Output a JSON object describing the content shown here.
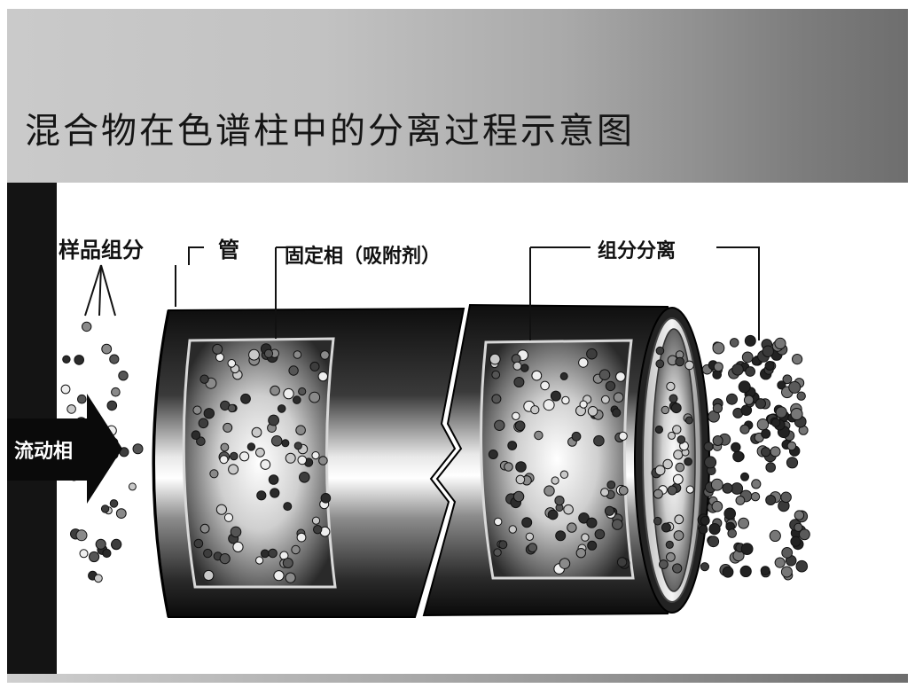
{
  "title": "混合物在色谱柱中的分离过程示意图",
  "labels": {
    "sample_components": "样品组分",
    "tube": "管",
    "stationary_phase": "固定相（吸附剂）",
    "component_separation": "组分分离",
    "mobile_phase": "流动相"
  },
  "colors": {
    "header_light": "#c8c8c8",
    "header_dark": "#6e6e6e",
    "column_dark": "#1a1a1a",
    "left_bar": "#141414"
  }
}
